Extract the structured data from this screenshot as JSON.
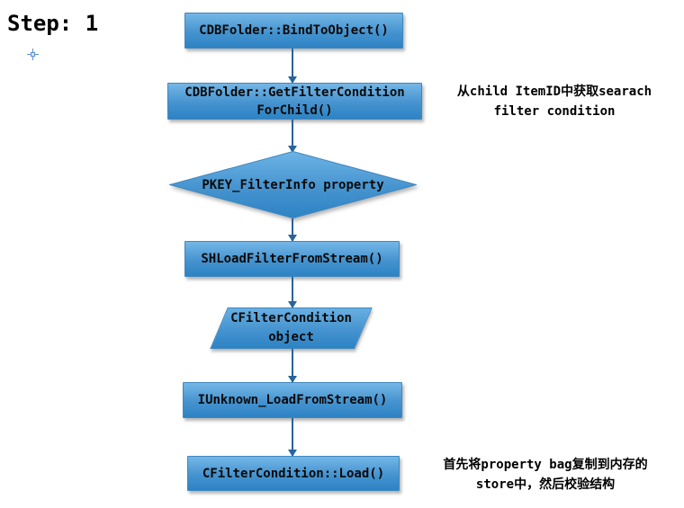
{
  "title": "Step: 1",
  "colors": {
    "node_fill_top": "#74b7e7",
    "node_fill_bottom": "#2d83c4",
    "node_border": "#3f87be",
    "arrow": "#29639a",
    "crosshair": "#5b8fd0",
    "text": "#0a0a0a",
    "background": "#ffffff"
  },
  "flowchart": {
    "nodes": [
      {
        "type": "process",
        "label": "CDBFolder::BindToObject()"
      },
      {
        "type": "process",
        "lines": [
          "CDBFolder::GetFilterCondition",
          "ForChild()"
        ]
      },
      {
        "type": "decision",
        "label": "PKEY_FilterInfo property"
      },
      {
        "type": "process",
        "label": "SHLoadFilterFromStream()"
      },
      {
        "type": "io",
        "lines": [
          "CFilterCondition",
          "object"
        ]
      },
      {
        "type": "process",
        "label": "IUnknown_LoadFromStream()"
      },
      {
        "type": "process",
        "label": "CFilterCondition::Load()"
      }
    ]
  },
  "annotations": [
    {
      "lines": [
        "从child ItemID中获取searach",
        "filter condition"
      ]
    },
    {
      "lines": [
        "首先将property bag复制到内存的",
        "store中，然后校验结构"
      ]
    }
  ]
}
